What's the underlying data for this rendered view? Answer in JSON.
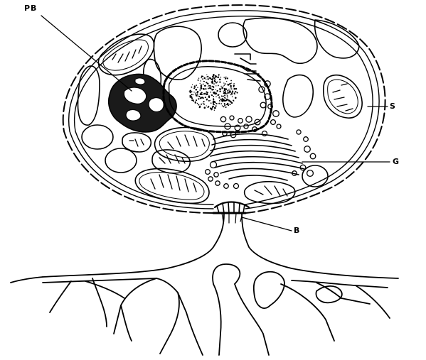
{
  "diagram": {
    "labels": {
      "pb": "PB",
      "s": "S",
      "g": "G",
      "b": "B"
    }
  },
  "colors": {
    "ink": "#000000",
    "background": "#ffffff"
  }
}
